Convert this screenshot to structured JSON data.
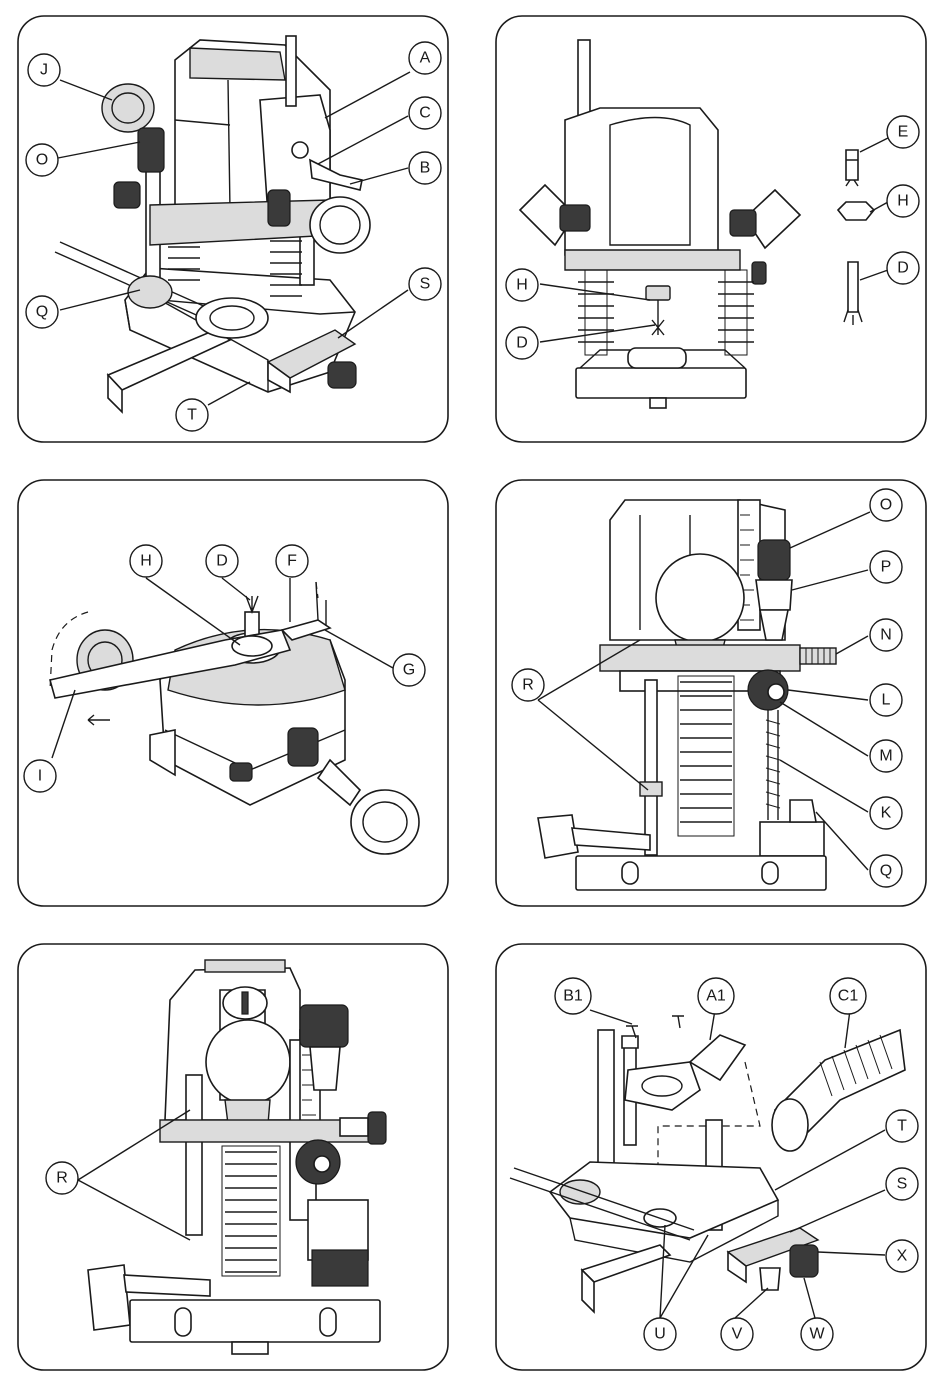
{
  "figures": [
    {
      "id": "fig1",
      "labels": [
        "J",
        "O",
        "A",
        "C",
        "B",
        "Q",
        "S",
        "T"
      ]
    },
    {
      "id": "fig2",
      "labels": [
        "E",
        "H",
        "D",
        "H",
        "D"
      ]
    },
    {
      "id": "fig3",
      "labels": [
        "H",
        "D",
        "F",
        "G",
        "I"
      ]
    },
    {
      "id": "fig4",
      "labels": [
        "O",
        "P",
        "N",
        "R",
        "L",
        "M",
        "K",
        "Q"
      ]
    },
    {
      "id": "fig5",
      "labels": [
        "R"
      ]
    },
    {
      "id": "fig6",
      "labels": [
        "B1",
        "A1",
        "C1",
        "T",
        "S",
        "X",
        "U",
        "V",
        "W"
      ]
    }
  ]
}
